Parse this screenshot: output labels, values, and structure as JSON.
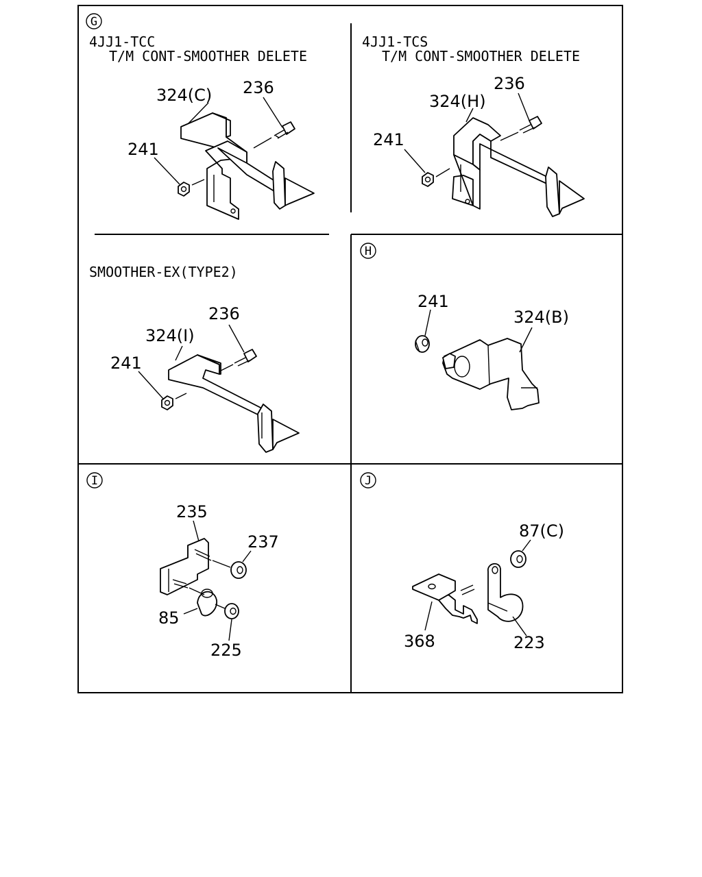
{
  "sections": {
    "g": {
      "badge": "G",
      "left": {
        "model": "4JJ1-TCC",
        "caption": "T/M CONT-SMOOTHER DELETE",
        "labels": {
          "bracket": "324(C)",
          "bolt": "236",
          "nut": "241"
        }
      },
      "right": {
        "model": "4JJ1-TCS",
        "caption": "T/M CONT-SMOOTHER DELETE",
        "labels": {
          "bracket": "324(H)",
          "bolt": "236",
          "nut": "241"
        }
      },
      "lower": {
        "caption": "SMOOTHER-EX(TYPE2)",
        "labels": {
          "bracket": "324(I)",
          "bolt": "236",
          "nut": "241"
        }
      }
    },
    "h": {
      "badge": "H",
      "labels": {
        "nut": "241",
        "bracket": "324(B)"
      }
    },
    "i": {
      "badge": "I",
      "labels": {
        "plate": "235",
        "nut_upper": "237",
        "clip": "85",
        "nut_lower": "225"
      }
    },
    "j": {
      "badge": "J",
      "labels": {
        "nut": "87(C)",
        "bracket": "368",
        "clamp": "223"
      }
    }
  }
}
